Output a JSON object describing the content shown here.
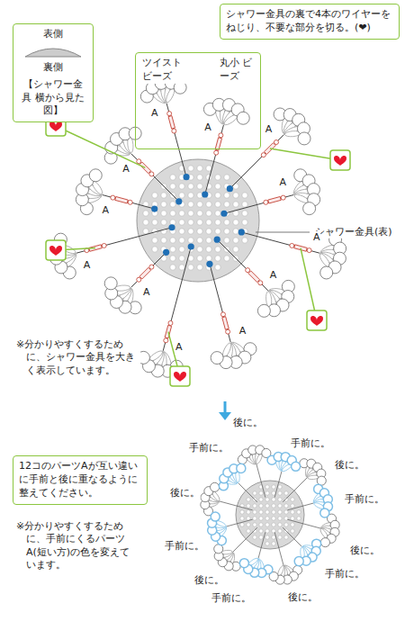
{
  "diagram": {
    "nodes": [
      {
        "text": [
          "表側",
          "裏側",
          "【シャワー金具 横から見た図】"
        ]
      },
      {
        "text": [
          "シャワー金具の裏で4本のワイヤーをねじり、不要な部分を切る。(❤)"
        ]
      },
      {
        "text": [
          "ツイスト ビーズ",
          "丸小 ビーズ"
        ]
      },
      {
        "text": [
          "12コのパーツAが互い違いに手前と後に重なるように整えてください。"
        ]
      }
    ],
    "labels": [
      "シャワー金具(表)",
      "A",
      "A",
      "A",
      "A",
      "A",
      "A",
      "A",
      "A",
      "A",
      "A",
      "A",
      "A",
      "※分かりやすくするために、シャワー金具を大きく表示しています。",
      "後に。",
      "手前に。",
      "手前に。",
      "後に。",
      "後に。",
      "手前に。",
      "手前に。",
      "後に。",
      "手前に。",
      "後に。",
      "手前に。",
      "後に。",
      "※分かりやすくするために、手前にくるパーツA(短い方)の色を変えています。"
    ]
  }
}
